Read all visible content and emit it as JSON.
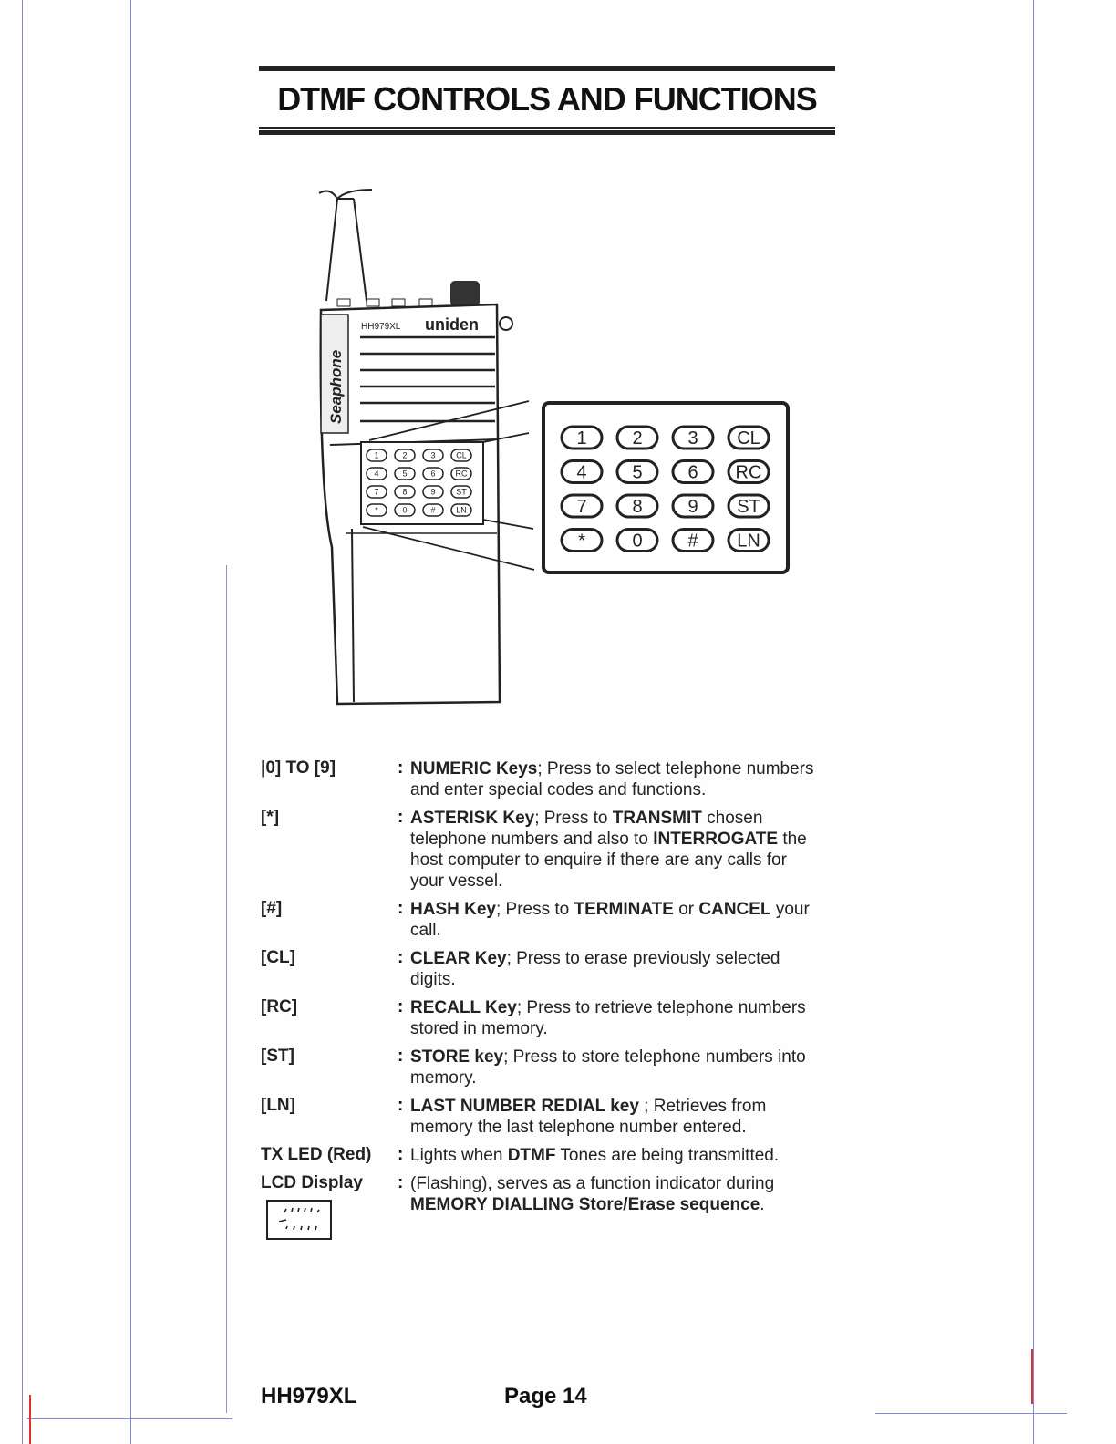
{
  "title": "DTMF CONTROLS AND FUNCTIONS",
  "device": {
    "model_small": "HH979XL",
    "brand": "uniden",
    "side_label": "Seaphone",
    "keypad": [
      [
        "1",
        "2",
        "3",
        "CL"
      ],
      [
        "4",
        "5",
        "6",
        "RC"
      ],
      [
        "7",
        "8",
        "9",
        "ST"
      ],
      [
        "*",
        "0",
        "#",
        "LN"
      ]
    ]
  },
  "rows": [
    {
      "label": "|0] TO [9]",
      "parts": [
        {
          "t": "NUMERIC Keys",
          "b": true
        },
        {
          "t": "; Press to select telephone numbers and enter special codes and functions.",
          "b": false
        }
      ]
    },
    {
      "label": "[*]",
      "parts": [
        {
          "t": "ASTERISK Key",
          "b": true
        },
        {
          "t": "; Press to ",
          "b": false
        },
        {
          "t": "TRANSMIT",
          "b": true
        },
        {
          "t": " chosen telephone numbers and also to ",
          "b": false
        },
        {
          "t": "INTERROGATE",
          "b": true
        },
        {
          "t": " the host computer to enquire if there are any calls for your vessel.",
          "b": false
        }
      ]
    },
    {
      "label": "[#]",
      "parts": [
        {
          "t": "HASH Key",
          "b": true
        },
        {
          "t": "; Press to ",
          "b": false
        },
        {
          "t": "TERMINATE",
          "b": true
        },
        {
          "t": " or ",
          "b": false
        },
        {
          "t": "CANCEL",
          "b": true
        },
        {
          "t": " your call.",
          "b": false
        }
      ]
    },
    {
      "label": "[CL]",
      "parts": [
        {
          "t": "CLEAR Key",
          "b": true
        },
        {
          "t": "; Press to erase previously selected digits.",
          "b": false
        }
      ]
    },
    {
      "label": "[RC]",
      "parts": [
        {
          "t": "RECALL Key",
          "b": true
        },
        {
          "t": "; Press to retrieve telephone numbers stored in memory.",
          "b": false
        }
      ]
    },
    {
      "label": "[ST]",
      "parts": [
        {
          "t": "STORE key",
          "b": true
        },
        {
          "t": "; Press to store telephone numbers into memory.",
          "b": false
        }
      ]
    },
    {
      "label": "[LN]",
      "parts": [
        {
          "t": "LAST NUMBER REDIAL key",
          "b": true
        },
        {
          "t": " ; Retrieves from memory the last telephone number entered.",
          "b": false
        }
      ]
    },
    {
      "label": "TX LED (Red)",
      "parts": [
        {
          "t": "Lights when ",
          "b": false
        },
        {
          "t": "DTMF",
          "b": true
        },
        {
          "t": " Tones are being transmitted.",
          "b": false
        }
      ]
    },
    {
      "label": "LCD Display",
      "parts": [
        {
          "t": "(Flashing), serves as a function indicator during ",
          "b": false
        },
        {
          "t": "MEMORY DIALLING Store/Erase sequence",
          "b": true
        },
        {
          "t": ".",
          "b": false
        }
      ]
    }
  ],
  "footer": {
    "model": "HH979XL",
    "page": "Page 14"
  }
}
